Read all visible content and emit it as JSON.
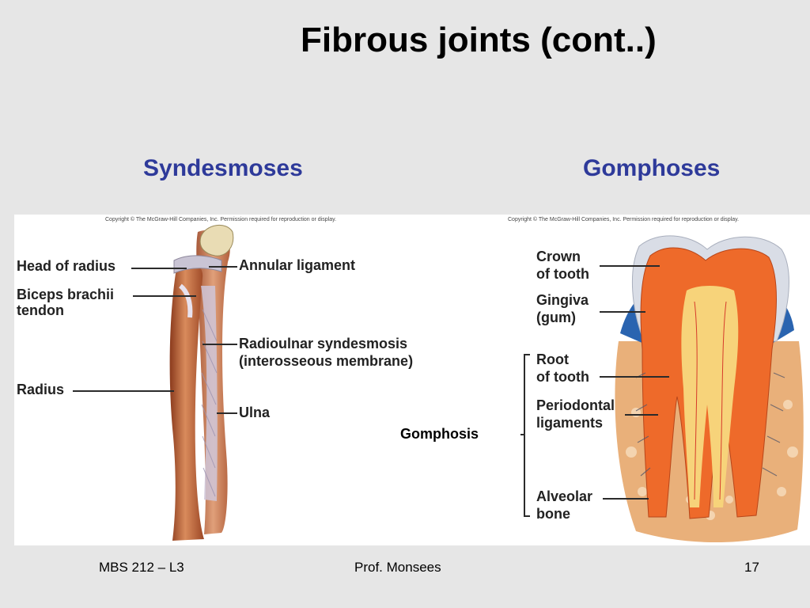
{
  "slide": {
    "title": "Fibrous joints (cont..)",
    "section_left": "Syndesmoses",
    "section_right": "Gomphoses"
  },
  "left_figure": {
    "copyright": "Copyright © The McGraw-Hill Companies, Inc. Permission required for reproduction or display.",
    "labels": {
      "head_of_radius": "Head of radius",
      "biceps_line1": "Biceps brachii",
      "biceps_line2": "tendon",
      "radius": "Radius",
      "annular_ligament": "Annular ligament",
      "syndesmosis_line1": "Radioulnar syndesmosis",
      "syndesmosis_line2": "(interosseous membrane)",
      "ulna": "Ulna"
    }
  },
  "right_figure": {
    "copyright": "Copyright © The McGraw-Hill Companies, Inc. Permission required for reproduction or display.",
    "labels": {
      "crown_line1": "Crown",
      "crown_line2": "of tooth",
      "gingiva_line1": "Gingiva",
      "gingiva_line2": "(gum)",
      "root_line1": "Root",
      "root_line2": "of tooth",
      "periodontal_line1": "Periodontal",
      "periodontal_line2": "ligaments",
      "alveolar_line1": "Alveolar",
      "alveolar_line2": "bone",
      "gomphosis": "Gomphosis"
    }
  },
  "footer": {
    "course": "MBS 212 – L3",
    "author": "Prof. Monsees",
    "page_number": "17"
  }
}
